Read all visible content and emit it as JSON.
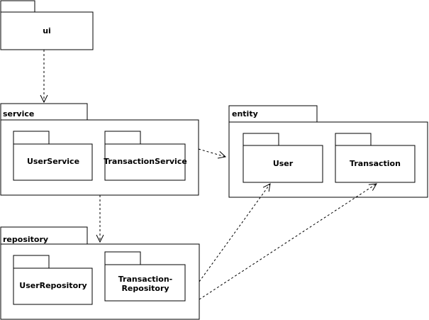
{
  "diagram": {
    "packages": {
      "ui": {
        "label": "ui"
      },
      "service": {
        "label": "service",
        "children": {
          "user_service": "UserService",
          "transaction_service": "TransactionService"
        }
      },
      "entity": {
        "label": "entity",
        "children": {
          "user": "User",
          "transaction": "Transaction"
        }
      },
      "repository": {
        "label": "repository",
        "children": {
          "user_repository": "UserRepository",
          "transaction_repository_line1": "Transaction-",
          "transaction_repository_line2": "Repository"
        }
      }
    },
    "dependencies": [
      {
        "from": "ui",
        "to": "service"
      },
      {
        "from": "service",
        "to": "entity"
      },
      {
        "from": "service",
        "to": "repository"
      },
      {
        "from": "repository",
        "to": "User"
      },
      {
        "from": "repository",
        "to": "Transaction"
      }
    ],
    "line_style": "dashed",
    "arrow_style": "open"
  }
}
